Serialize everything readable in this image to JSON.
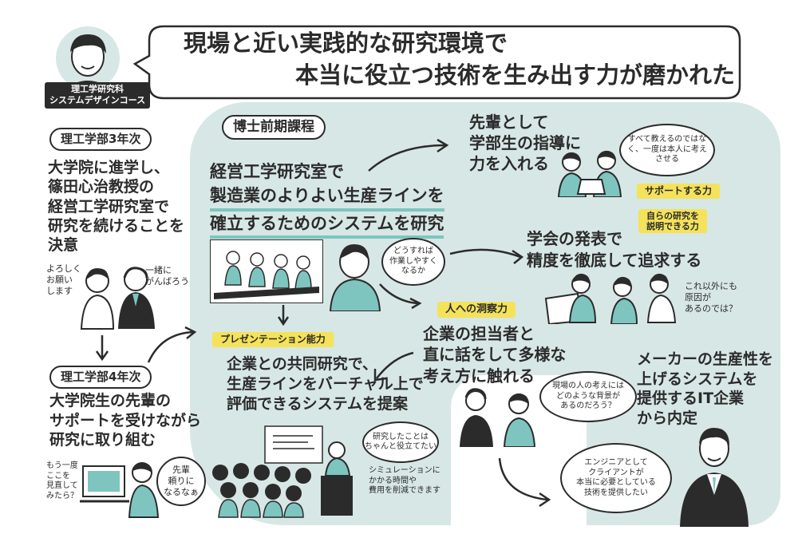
{
  "headline": {
    "line1": "現場と近い実践的な研究環境で",
    "line2": "本当に役立つ技術を生み出す力が磨かれた"
  },
  "profile_badge": {
    "line1": "理工学研究科",
    "line2": "システムデザインコース"
  },
  "left_column": {
    "year3_label": "理工学部3年次",
    "year3_text": [
      "大学院に進学し、",
      "篠田心治教授の",
      "経営工学研究室で",
      "研究を続けることを",
      "決意"
    ],
    "bubble_yoroshiku": "よろしく\nお願い\nします",
    "bubble_issho": "一緒に\nがんばろう",
    "year4_label": "理工学部4年次",
    "year4_text": [
      "大学院生の先輩の",
      "サポートを受けながら",
      "研究に取り組む"
    ],
    "bubble_mouichido": "もう一度\nここを\n見直して\nみたら？",
    "bubble_senpai": "先輩\n頼りに\nなるなぁ"
  },
  "main_panel": {
    "section_label": "博士前期課程",
    "research_text": [
      "経営工学研究室で",
      "製造業のよりよい生産ラインを",
      "確立するためのシステムを研究"
    ],
    "bubble_dousureba": "どうすれば\n作業しやすく\nなるか",
    "mentor": {
      "text": [
        "先輩として",
        "学部生の指導に",
        "力を入れる"
      ],
      "bubble": "すべて教えるのではなく、一度は本人に考えさせる",
      "tag": "サポートする力"
    },
    "conference": {
      "text": [
        "学会の発表で",
        "精度を徹底して追求する"
      ],
      "tag": "自らの研究を\n説明できる力",
      "bubble": "これ以外にも\n原因が\nあるのでは？"
    },
    "insight": {
      "tag": "人への洞察力",
      "text": [
        "企業の担当者と",
        "直に話をして多様な",
        "考え方に触れる"
      ],
      "bubble": "現場の人の考えには\nどのような背景が\nあるのだろう？"
    },
    "presentation": {
      "tag": "プレゼンテーション能力",
      "text": [
        "企業との共同研究で、",
        "生産ラインをバーチャル上で",
        "評価できるシステムを提案"
      ],
      "bubble": "研究したことは\nちゃんと役立てたい",
      "note": "シミュレーションに\nかかる時間や\n費用を削減できます"
    }
  },
  "outcome": {
    "text": [
      "メーカーの生産性を",
      "上げるシステムを",
      "提供するIT企業",
      "から内定"
    ],
    "bubble": "エンジニアとして\nクライアントが\n本当に必要としている\n技術を提供したい"
  },
  "colors": {
    "panel": "#d7e7e5",
    "accent": "#7ec5c0",
    "highlight": "#f4e25a",
    "ink": "#2b2b2b"
  }
}
